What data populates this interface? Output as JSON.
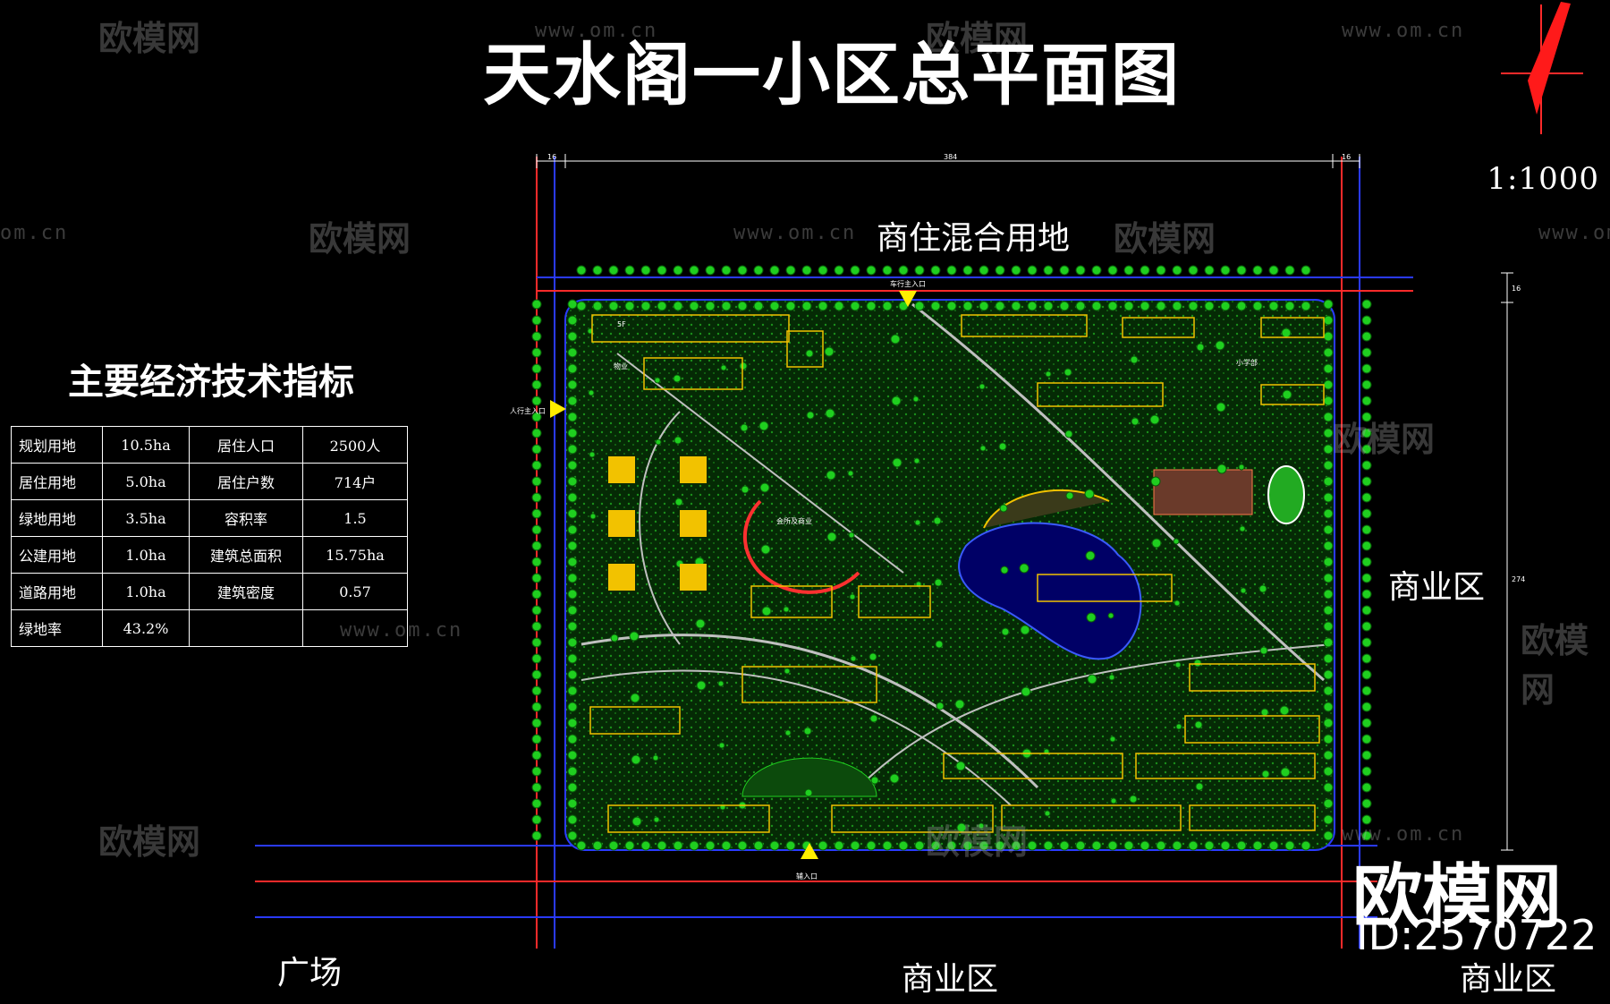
{
  "title": "天水阁一小区总平面图",
  "scale": "1:1000",
  "zones": {
    "north": "商住混合用地",
    "east": "商业区",
    "south": "商业区",
    "southwest": "广场",
    "southeast": "商业区"
  },
  "dimensions": {
    "top_left": "16",
    "top_mid": "384",
    "top_right": "16",
    "right_top": "16",
    "right_mid": "274"
  },
  "entrances": {
    "north": "车行主入口",
    "west": "人行主入口",
    "south": "辅入口"
  },
  "facility_labels": {
    "property": "物业",
    "club": "会所及商业",
    "kindergarten": "小学部",
    "floor_tag": "5F"
  },
  "indicators": {
    "heading": "主要经济技术指标",
    "rows": [
      {
        "label1": "规划用地",
        "value1": "10.5ha",
        "label2": "居住人口",
        "value2": "2500人"
      },
      {
        "label1": "居住用地",
        "value1": "5.0ha",
        "label2": "居住户数",
        "value2": "714户"
      },
      {
        "label1": "绿地用地",
        "value1": "3.5ha",
        "label2": "容积率",
        "value2": "1.5"
      },
      {
        "label1": "公建用地",
        "value1": "1.0ha",
        "label2": "建筑总面积",
        "value2": "15.75ha"
      },
      {
        "label1": "道路用地",
        "value1": "1.0ha",
        "label2": "建筑密度",
        "value2": "0.57"
      },
      {
        "label1": "绿地率",
        "value1": "43.2%",
        "label2": "",
        "value2": ""
      }
    ]
  },
  "watermark": {
    "logo": "欧模网",
    "url": "www.om.cn",
    "url_short": "om.cn"
  },
  "brand": {
    "name": "欧模网",
    "id": "ID:2570722"
  },
  "colors": {
    "tree": "#1fcf1f",
    "building": "#f2c200",
    "road": "#ff2a2a",
    "water": "#000066",
    "dim_line": "#ffffff"
  }
}
